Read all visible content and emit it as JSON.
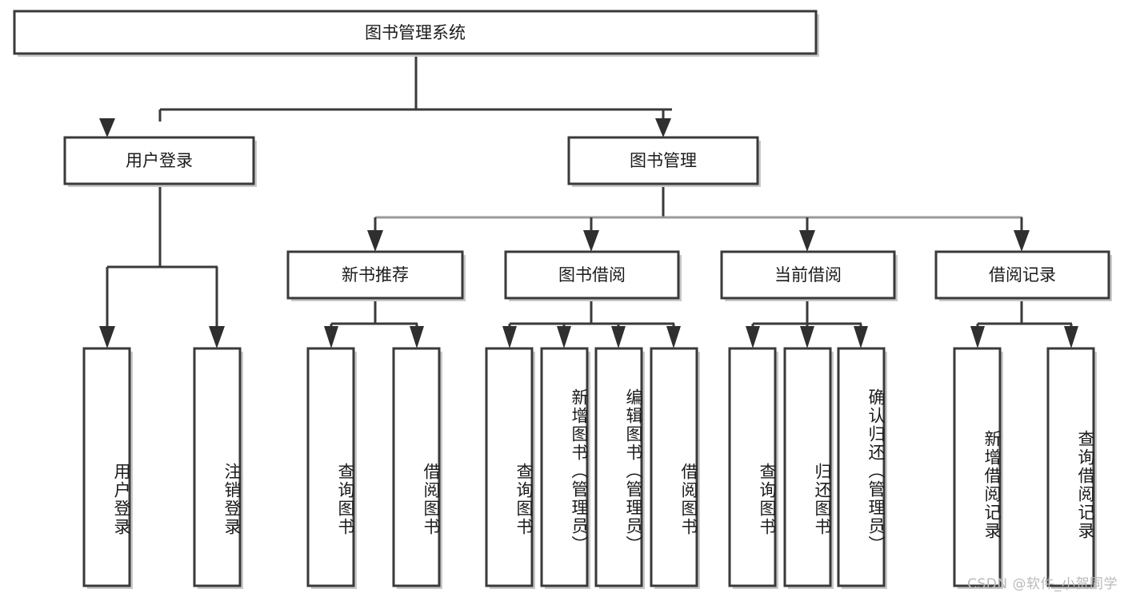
{
  "diagram": {
    "type": "tree-hierarchy-chart",
    "title_node": {
      "label": "图书管理系统",
      "orientation": "horizontal"
    },
    "level2": [
      {
        "id": "user-login",
        "label": "用户登录",
        "orientation": "horizontal"
      },
      {
        "id": "book-management",
        "label": "图书管理",
        "orientation": "horizontal"
      }
    ],
    "level3": [
      {
        "id": "new-book-recommend",
        "label": "新书推荐",
        "orientation": "horizontal",
        "parent": "book-management"
      },
      {
        "id": "book-borrow",
        "label": "图书借阅",
        "orientation": "horizontal",
        "parent": "book-management"
      },
      {
        "id": "current-borrow",
        "label": "当前借阅",
        "orientation": "horizontal",
        "parent": "book-management"
      },
      {
        "id": "borrow-record",
        "label": "借阅记录",
        "orientation": "horizontal",
        "parent": "book-management"
      }
    ],
    "leaves": [
      {
        "id": "leaf-user-login",
        "label": "用户登录",
        "parent": "user-login",
        "orientation": "vertical"
      },
      {
        "id": "leaf-logout-login",
        "label": "注销登录",
        "parent": "user-login",
        "orientation": "vertical"
      },
      {
        "id": "leaf-query-book-1",
        "label": "查询图书",
        "parent": "new-book-recommend",
        "orientation": "vertical"
      },
      {
        "id": "leaf-borrow-book-1",
        "label": "借阅图书",
        "parent": "new-book-recommend",
        "orientation": "vertical"
      },
      {
        "id": "leaf-query-book-2",
        "label": "查询图书",
        "parent": "book-borrow",
        "orientation": "vertical"
      },
      {
        "id": "leaf-add-book",
        "label": "新增图书（管理员）",
        "parent": "book-borrow",
        "orientation": "vertical"
      },
      {
        "id": "leaf-edit-book",
        "label": "编辑图书（管理员）",
        "parent": "book-borrow",
        "orientation": "vertical"
      },
      {
        "id": "leaf-borrow-book-2",
        "label": "借阅图书",
        "parent": "book-borrow",
        "orientation": "vertical"
      },
      {
        "id": "leaf-query-book-3",
        "label": "查询图书",
        "parent": "current-borrow",
        "orientation": "vertical"
      },
      {
        "id": "leaf-return-book",
        "label": "归还图书",
        "parent": "current-borrow",
        "orientation": "vertical"
      },
      {
        "id": "leaf-confirm-return",
        "label": "确认归还（管理员）",
        "parent": "current-borrow",
        "orientation": "vertical"
      },
      {
        "id": "leaf-add-record",
        "label": "新增借阅记录",
        "parent": "borrow-record",
        "orientation": "vertical"
      },
      {
        "id": "leaf-query-record",
        "label": "查询借阅记录",
        "parent": "borrow-record",
        "orientation": "vertical"
      }
    ],
    "watermark": "CSDN @软件_小贺同学",
    "colors": {
      "box_stroke": "#3a3a3a",
      "box_fill": "#ffffff",
      "text": "#1b1b1b",
      "connector": "#3a3a3a",
      "shadow": "#c9c9c9",
      "watermark": "#b9b9b9",
      "background": "#ffffff"
    }
  }
}
